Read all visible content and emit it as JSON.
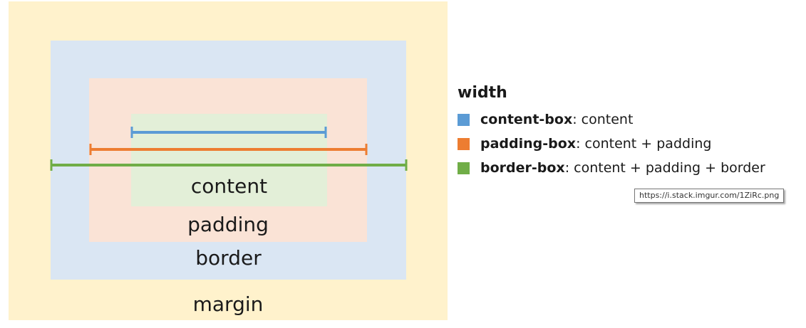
{
  "diagram": {
    "regions": {
      "margin": "margin",
      "border": "border",
      "padding": "padding",
      "content": "content"
    },
    "colors": {
      "margin_fill": "#fff2cc",
      "border_fill": "#dae6f3",
      "padding_fill": "#fae3d6",
      "content_fill": "#e3efd8",
      "content_box_line": "#5b9bd5",
      "padding_box_line": "#ed7d31",
      "border_box_line": "#70ad47"
    }
  },
  "legend": {
    "title": "width",
    "items": [
      {
        "term": "content-box",
        "desc": ": content",
        "color": "#5b9bd5"
      },
      {
        "term": "padding-box",
        "desc": ": content + padding",
        "color": "#ed7d31"
      },
      {
        "term": "border-box",
        "desc": ": content + padding + border",
        "color": "#70ad47"
      }
    ]
  },
  "tooltip": {
    "text": "https://i.stack.imgur.com/1ZiRc.png"
  }
}
